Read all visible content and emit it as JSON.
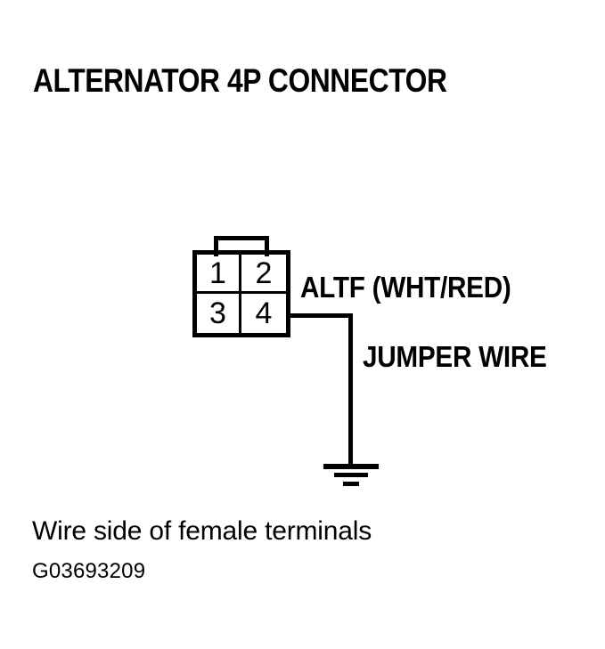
{
  "figure": {
    "title": "ALTERNATOR 4P CONNECTOR",
    "caption": "Wire side of female terminals",
    "figure_id": "G03693209",
    "background_color": "#ffffff",
    "line_color": "#000000"
  },
  "connector": {
    "name": "Alternator 4P Connector",
    "pin_count": 4,
    "layout": {
      "rows": 2,
      "columns": 2
    },
    "tab": "retaining-tab",
    "pins": [
      {
        "number": "1",
        "row": 0,
        "column": 0
      },
      {
        "number": "2",
        "row": 0,
        "column": 1
      },
      {
        "number": "3",
        "row": 1,
        "column": 0
      },
      {
        "number": "4",
        "row": 1,
        "column": 1
      }
    ]
  },
  "callouts": {
    "altf": "ALTF (WHT/RED)",
    "jumper": "JUMPER WIRE"
  },
  "wiring": {
    "from_pin": "4",
    "signal": "ALTF",
    "wire_color": "WHT/RED",
    "connection": "JUMPER WIRE",
    "terminates_at": "ground"
  },
  "ground_symbol": {
    "name": "chassis-ground",
    "bars": 3
  }
}
